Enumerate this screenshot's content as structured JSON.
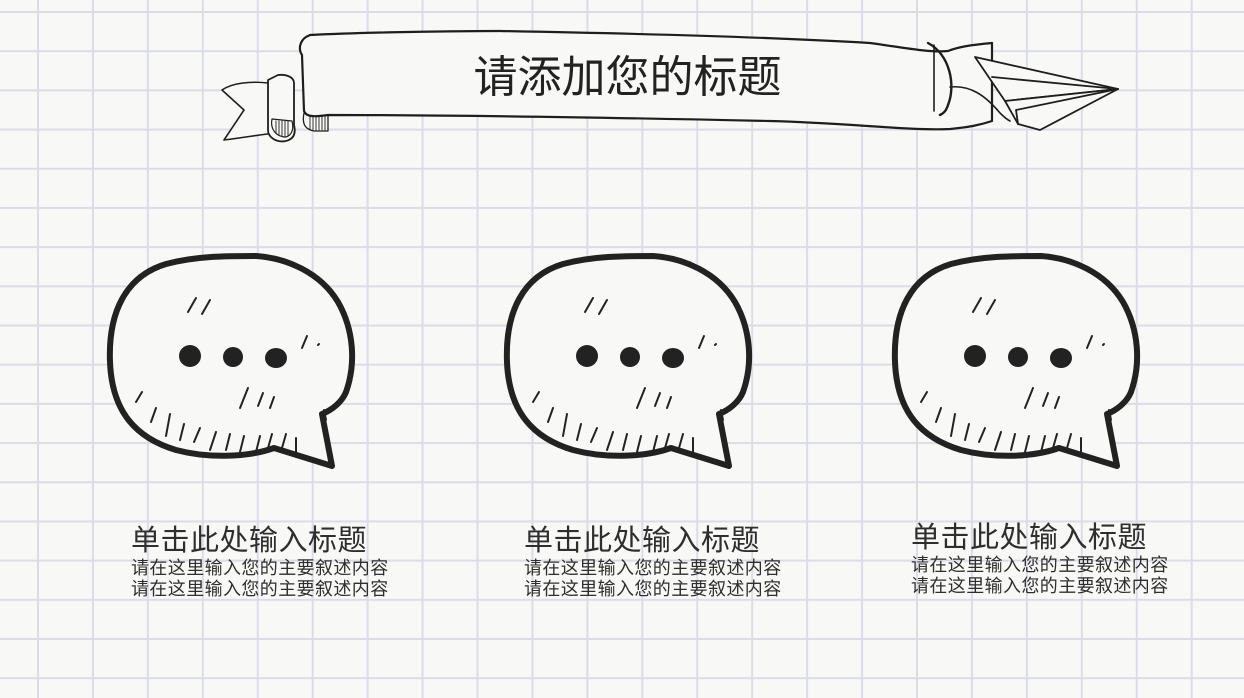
{
  "slide": {
    "title": "请添加您的标题",
    "colors": {
      "background": "#f8f9f6",
      "grid_line": "#dcdce8",
      "ink": "#222222",
      "text": "#2e2e2e"
    },
    "decorations": {
      "banner_icon": "ribbon-banner",
      "plane_icon": "paper-plane",
      "bubble_icon": "speech-bubble-ellipsis"
    },
    "items": [
      {
        "heading": "单击此处输入标题",
        "lines": [
          "请在这里输入您的主要叙述内容",
          "请在这里输入您的主要叙述内容"
        ]
      },
      {
        "heading": "单击此处输入标题",
        "lines": [
          "请在这里输入您的主要叙述内容",
          "请在这里输入您的主要叙述内容"
        ]
      },
      {
        "heading": "单击此处输入标题",
        "lines": [
          "请在这里输入您的主要叙述内容",
          "请在这里输入您的主要叙述内容"
        ]
      }
    ]
  }
}
